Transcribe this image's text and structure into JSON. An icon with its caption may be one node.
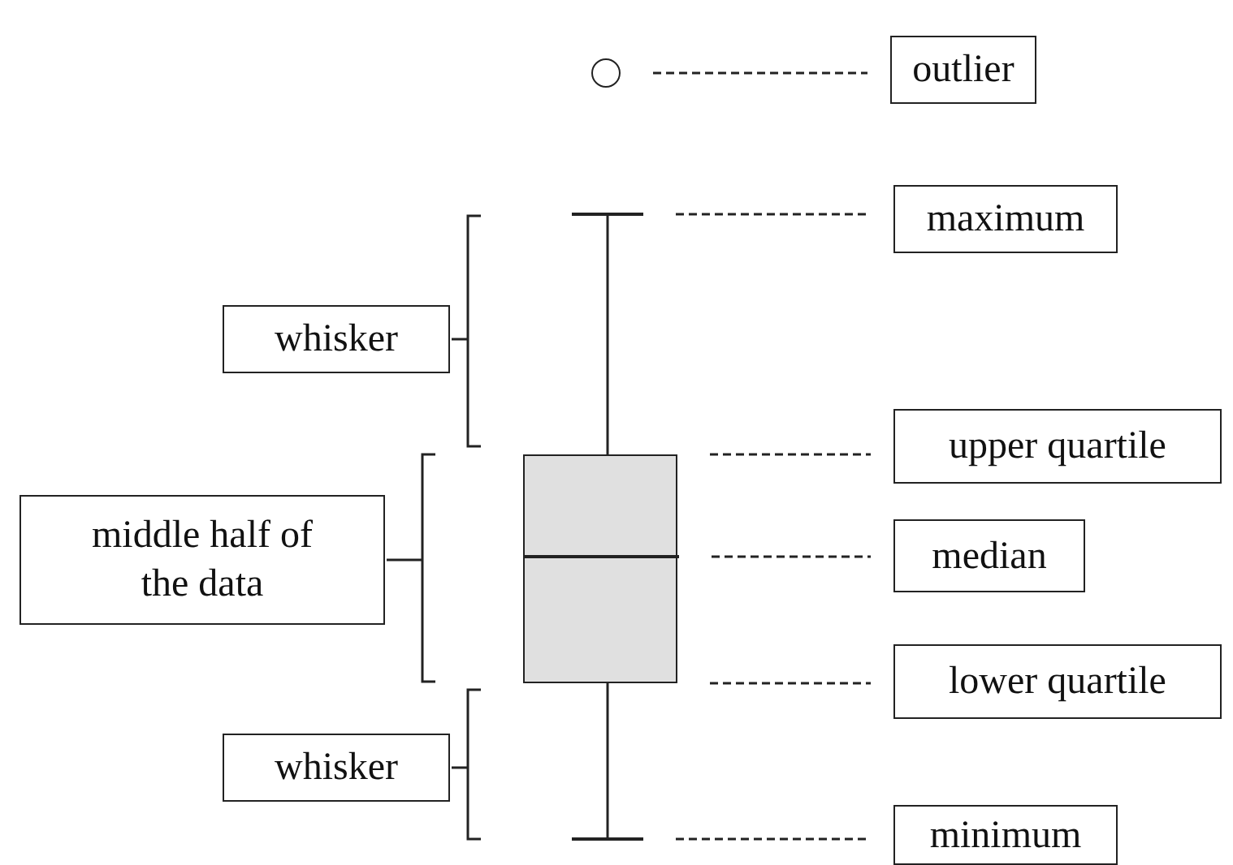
{
  "diagram": {
    "nodes": [
      {
        "text": [],
        "shape": "circle"
      },
      {
        "text": [
          "outlier"
        ]
      },
      {
        "text": [],
        "shape": "bar"
      },
      {
        "text": [
          "maximum"
        ]
      },
      {
        "text": [
          "whisker"
        ]
      },
      {
        "text": [],
        "shape": "box"
      },
      {
        "text": [
          "upper quartile"
        ]
      },
      {
        "text": [
          "middle half of the data"
        ]
      },
      {
        "text": [],
        "shape": "bar",
        "in": 5
      },
      {
        "text": [
          "median"
        ]
      },
      {
        "text": [
          "lower quartile"
        ]
      },
      {
        "text": [
          "whisker"
        ]
      },
      {
        "text": [],
        "shape": "bar"
      },
      {
        "text": [
          "minimum"
        ]
      }
    ],
    "edges": [
      {
        "from": 0,
        "to": 1,
        "arrow": "none",
        "style": "dashed"
      },
      {
        "from": 2,
        "to": 3,
        "arrow": "none",
        "style": "dashed"
      },
      {
        "from": 5,
        "to": 6,
        "arrow": "none",
        "style": "dashed"
      },
      {
        "from": 8,
        "to": 9,
        "arrow": "none",
        "style": "dashed"
      },
      {
        "from": 5,
        "to": 10,
        "arrow": "none",
        "style": "dashed"
      },
      {
        "from": 12,
        "to": 13,
        "arrow": "none",
        "style": "dashed"
      },
      {
        "from": 2,
        "to": 5,
        "arrow": "none"
      },
      {
        "from": 5,
        "to": 12,
        "arrow": "none"
      }
    ]
  }
}
